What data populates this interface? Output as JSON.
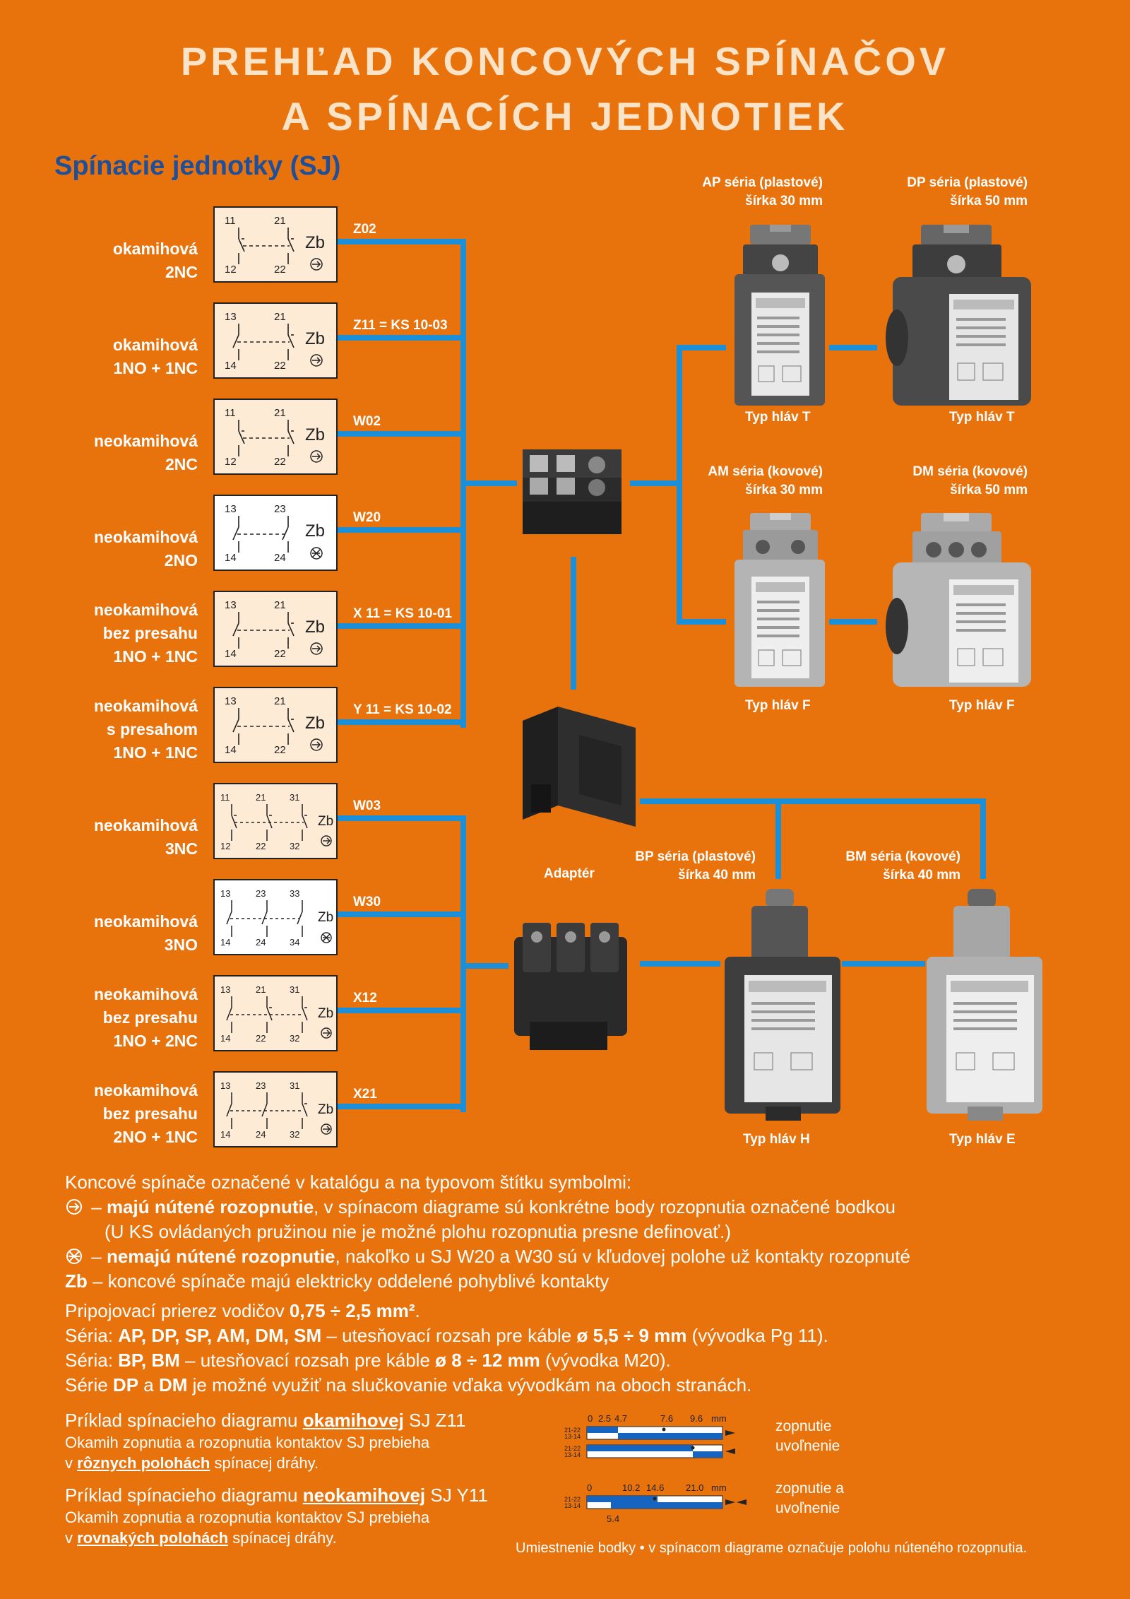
{
  "title": {
    "line1": "PREHĽAD KONCOVÝCH SPÍNAČOV",
    "line2": "A SPÍNACÍCH JEDNOTIEK"
  },
  "section_heading": "Spínacie jednotky (SJ)",
  "colors": {
    "background": "#e8720c",
    "line": "#1b8fd8",
    "heading": "#1e4f9a",
    "box": "#fdebd6"
  },
  "units": [
    {
      "label": [
        "okamihová",
        "2NC"
      ],
      "code": "Z02",
      "terminals_top": [
        "11",
        "21"
      ],
      "terminals_bottom": [
        "12",
        "22"
      ],
      "mark": "Zb",
      "symbol": "forced-opening-icon"
    },
    {
      "label": [
        "okamihová",
        "1NO + 1NC"
      ],
      "code": "Z11 = KS 10-03",
      "terminals_top": [
        "13",
        "21"
      ],
      "terminals_bottom": [
        "14",
        "22"
      ],
      "mark": "Zb",
      "symbol": "forced-opening-icon"
    },
    {
      "label": [
        "neokamihová",
        "2NC"
      ],
      "code": "W02",
      "terminals_top": [
        "11",
        "21"
      ],
      "terminals_bottom": [
        "12",
        "22"
      ],
      "mark": "Zb",
      "symbol": "forced-opening-icon"
    },
    {
      "label": [
        "neokamihová",
        "2NO"
      ],
      "code": "W20",
      "terminals_top": [
        "13",
        "23"
      ],
      "terminals_bottom": [
        "14",
        "24"
      ],
      "mark": "Zb",
      "symbol": "no-forced-opening-icon"
    },
    {
      "label": [
        "neokamihová",
        "bez presahu",
        "1NO + 1NC"
      ],
      "code": "X 11 = KS 10-01",
      "terminals_top": [
        "13",
        "21"
      ],
      "terminals_bottom": [
        "14",
        "22"
      ],
      "mark": "Zb",
      "symbol": "forced-opening-icon"
    },
    {
      "label": [
        "neokamihová",
        "s presahom",
        "1NO + 1NC"
      ],
      "code": "Y 11 = KS 10-02",
      "terminals_top": [
        "13",
        "21"
      ],
      "terminals_bottom": [
        "14",
        "22"
      ],
      "mark": "Zb",
      "symbol": "forced-opening-icon"
    },
    {
      "label": [
        "neokamihová",
        "3NC"
      ],
      "code": "W03",
      "terminals_top": [
        "11",
        "21",
        "31"
      ],
      "terminals_bottom": [
        "12",
        "22",
        "32"
      ],
      "mark": "Zb",
      "symbol": "forced-opening-icon"
    },
    {
      "label": [
        "neokamihová",
        "3NO"
      ],
      "code": "W30",
      "terminals_top": [
        "13",
        "23",
        "33"
      ],
      "terminals_bottom": [
        "14",
        "24",
        "34"
      ],
      "mark": "Zb",
      "symbol": "no-forced-opening-icon"
    },
    {
      "label": [
        "neokamihová",
        "bez presahu",
        "1NO + 2NC"
      ],
      "code": "X12",
      "terminals_top": [
        "13",
        "21",
        "31"
      ],
      "terminals_bottom": [
        "14",
        "22",
        "32"
      ],
      "mark": "Zb",
      "symbol": "forced-opening-icon"
    },
    {
      "label": [
        "neokamihová",
        "bez presahu",
        "2NO + 1NC"
      ],
      "code": "X21",
      "terminals_top": [
        "13",
        "23",
        "31"
      ],
      "terminals_bottom": [
        "14",
        "24",
        "32"
      ],
      "mark": "Zb",
      "symbol": "forced-opening-icon"
    }
  ],
  "series": {
    "ap": {
      "name": "AP séria (plastové)",
      "width": "šírka 30 mm",
      "head": "Typ hláv T"
    },
    "dp": {
      "name": "DP séria (plastové)",
      "width": "šírka 50 mm",
      "head": "Typ hláv T"
    },
    "am": {
      "name": "AM séria (kovové)",
      "width": "šírka 30 mm",
      "head": "Typ hláv F"
    },
    "dm": {
      "name": "DM séria (kovové)",
      "width": "šírka 50 mm",
      "head": "Typ hláv F"
    },
    "bp": {
      "name": "BP séria (plastové)",
      "width": "šírka 40 mm",
      "head": "Typ hláv H"
    },
    "bm": {
      "name": "BM séria (kovové)",
      "width": "šírka 40 mm",
      "head": "Typ hláv E"
    }
  },
  "adapter_label": "Adaptér",
  "notes": {
    "intro": "Koncové spínače označené v katalógu a na typovom štítku symbolmi:",
    "forced_dash": "–",
    "forced_bold": "majú nútené rozopnutie",
    "forced_rest": ", v spínacom diagrame sú konkrétne body rozopnutia označené bodkou",
    "forced_sub": "(U KS ovládaných pružinou nie je možné plohu rozopnutia presne definovať.)",
    "notforced_dash": "–",
    "notforced_bold": "nemajú nútené rozopnutie",
    "notforced_rest": ", nakoľko u SJ W20 a W30 sú v kľudovej polohe už kontakty rozopnuté",
    "zb_bold": "Zb",
    "zb_rest": " – koncové spínače majú elektricky oddelené pohyblivé kontakty"
  },
  "params": {
    "p1_text": "Pripojovací prierez vodičov ",
    "p1_bold": "0,75 ÷ 2,5 mm²",
    "p1_end": ".",
    "p2_a": "Séria: ",
    "p2_bold": "AP, DP, SP, AM, DM, SM",
    "p2_b": " – utesňovací rozsah pre káble ",
    "p2_range": "ø 5,5 ÷ 9 mm",
    "p2_c": " (vývodka Pg 11).",
    "p3_a": "Séria: ",
    "p3_bold": "BP, BM",
    "p3_b": " – utesňovací rozsah pre káble ",
    "p3_range": "ø 8 ÷ 12 mm",
    "p3_c": " (vývodka M20).",
    "p4_a": "Série ",
    "p4_dp": "DP",
    "p4_b": " a ",
    "p4_dm": "DM",
    "p4_c": " je možné využiť na slučkovanie vďaka vývodkám na oboch stranách."
  },
  "example1": {
    "a": "Príklad spínacieho diagramu ",
    "u": "okamihovej",
    "b": " SJ Z11",
    "l2": "Okamih zopnutia a rozopnutia kontaktov SJ prebieha",
    "l3a": "v ",
    "l3u": "rôznych polohách",
    "l3b": " spínacej dráhy."
  },
  "example2": {
    "a": "Príklad spínacieho diagramu ",
    "u": "neokamihovej",
    "b": " SJ Y11",
    "l2": "Okamih zopnutia a rozopnutia kontaktov SJ prebieha",
    "l3a": "v ",
    "l3u": "rovnakých polohách",
    "l3b": " spínacej dráhy."
  },
  "timeline1": {
    "ticks": [
      "0",
      "2.5",
      "4.7",
      "7.6",
      "9.6",
      "mm"
    ],
    "rows": [
      "21-22",
      "13-14",
      "21-22",
      "13-14"
    ],
    "label_a": "zopnutie",
    "label_b": "uvoľnenie"
  },
  "timeline2": {
    "ticks": [
      "0",
      "10.2",
      "14.6",
      "21.0",
      "mm"
    ],
    "below": "5.4",
    "rows": [
      "21-22",
      "13-14"
    ],
    "label_a": "zopnutie a",
    "label_b": "uvoľnenie"
  },
  "footnote": "Umiestnenie bodky • v spínacom diagrame označuje polohu núteného rozopnutia."
}
